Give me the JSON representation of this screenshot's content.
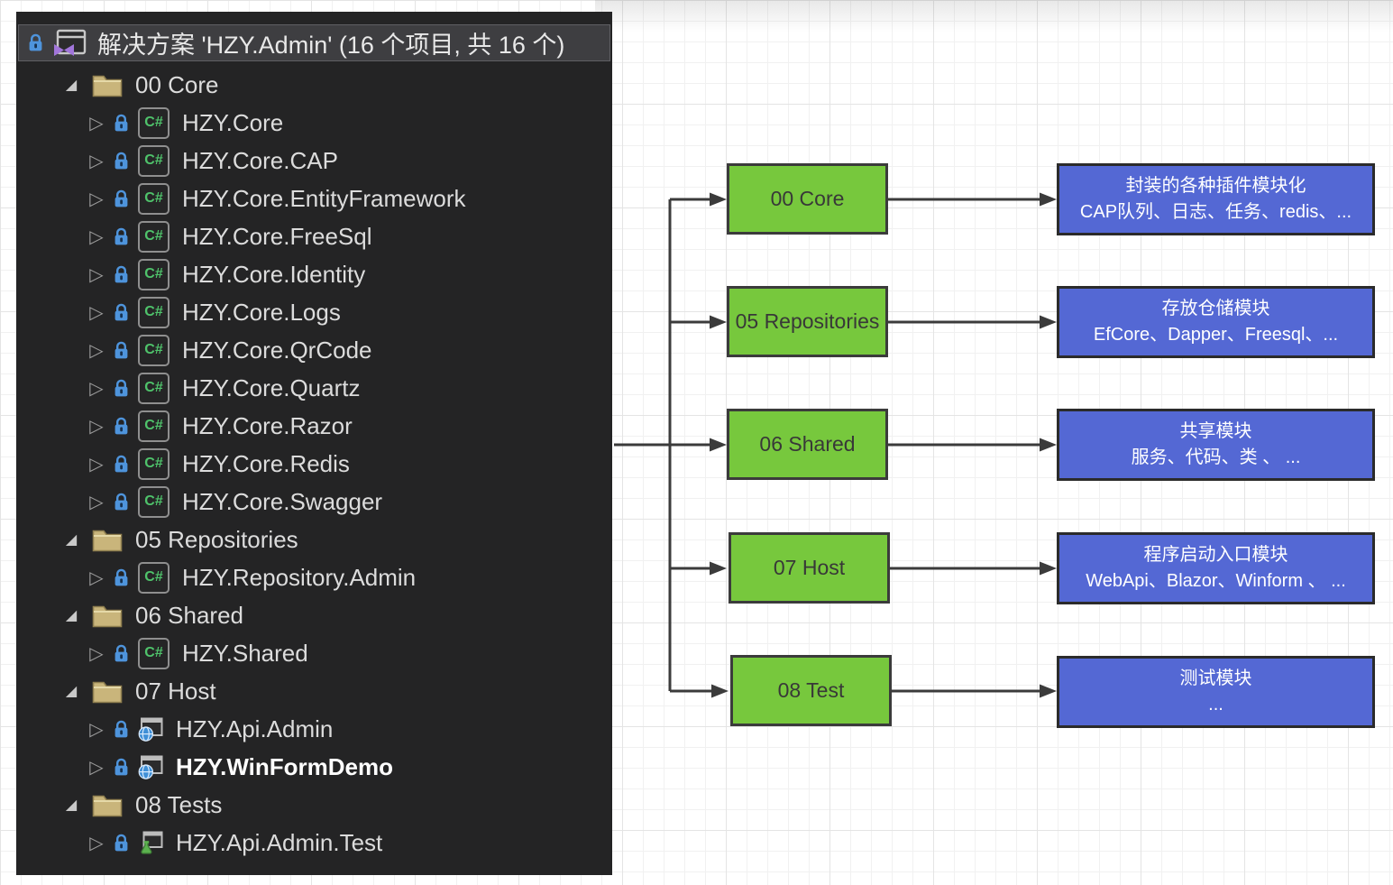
{
  "solution_explorer": {
    "header_label": "解决方案 'HZY.Admin' (16 个项目, 共 16 个)",
    "icons": {
      "csharp": "C#",
      "collapsed_arrow": "▷",
      "expanded_arrow": "◢"
    },
    "items": [
      {
        "label": "00 Core",
        "type": "folder"
      },
      {
        "label": "HZY.Core",
        "type": "csharp-project"
      },
      {
        "label": "HZY.Core.CAP",
        "type": "csharp-project"
      },
      {
        "label": "HZY.Core.EntityFramework",
        "type": "csharp-project"
      },
      {
        "label": "HZY.Core.FreeSql",
        "type": "csharp-project"
      },
      {
        "label": "HZY.Core.Identity",
        "type": "csharp-project"
      },
      {
        "label": "HZY.Core.Logs",
        "type": "csharp-project"
      },
      {
        "label": "HZY.Core.QrCode",
        "type": "csharp-project"
      },
      {
        "label": "HZY.Core.Quartz",
        "type": "csharp-project"
      },
      {
        "label": "HZY.Core.Razor",
        "type": "csharp-project"
      },
      {
        "label": "HZY.Core.Redis",
        "type": "csharp-project"
      },
      {
        "label": "HZY.Core.Swagger",
        "type": "csharp-project"
      },
      {
        "label": "05 Repositories",
        "type": "folder"
      },
      {
        "label": "HZY.Repository.Admin",
        "type": "csharp-project"
      },
      {
        "label": "06 Shared",
        "type": "folder"
      },
      {
        "label": "HZY.Shared",
        "type": "csharp-project"
      },
      {
        "label": "07 Host",
        "type": "folder"
      },
      {
        "label": "HZY.Api.Admin",
        "type": "web-project"
      },
      {
        "label": "HZY.WinFormDemo",
        "type": "web-project",
        "bold": true
      },
      {
        "label": "08 Tests",
        "type": "folder"
      },
      {
        "label": "HZY.Api.Admin.Test",
        "type": "test-project"
      }
    ]
  },
  "diagram": {
    "nodes": [
      {
        "label": "00 Core",
        "desc1": "封装的各种插件模块化",
        "desc2": "CAP队列、日志、任务、redis、..."
      },
      {
        "label": "05 Repositories",
        "desc1": "存放仓储模块",
        "desc2": "EfCore、Dapper、Freesql、..."
      },
      {
        "label": "06 Shared",
        "desc1": "共享模块",
        "desc2": "服务、代码、类 、 ..."
      },
      {
        "label": "07 Host",
        "desc1": "程序启动入口模块",
        "desc2": "WebApi、Blazor、Winform 、 ..."
      },
      {
        "label": "08 Test",
        "desc1": "测试模块",
        "desc2": "..."
      }
    ],
    "colors": {
      "module_box": "#77c83d",
      "desc_box": "#5468d4",
      "connector": "#3b3b3b",
      "panel_background": "#242425",
      "folder_icon": "#c9b57b",
      "lock_icon": "#4e94dc",
      "csharp_icon_text": "#4fc36b",
      "solution_logo": "#a276db"
    }
  }
}
